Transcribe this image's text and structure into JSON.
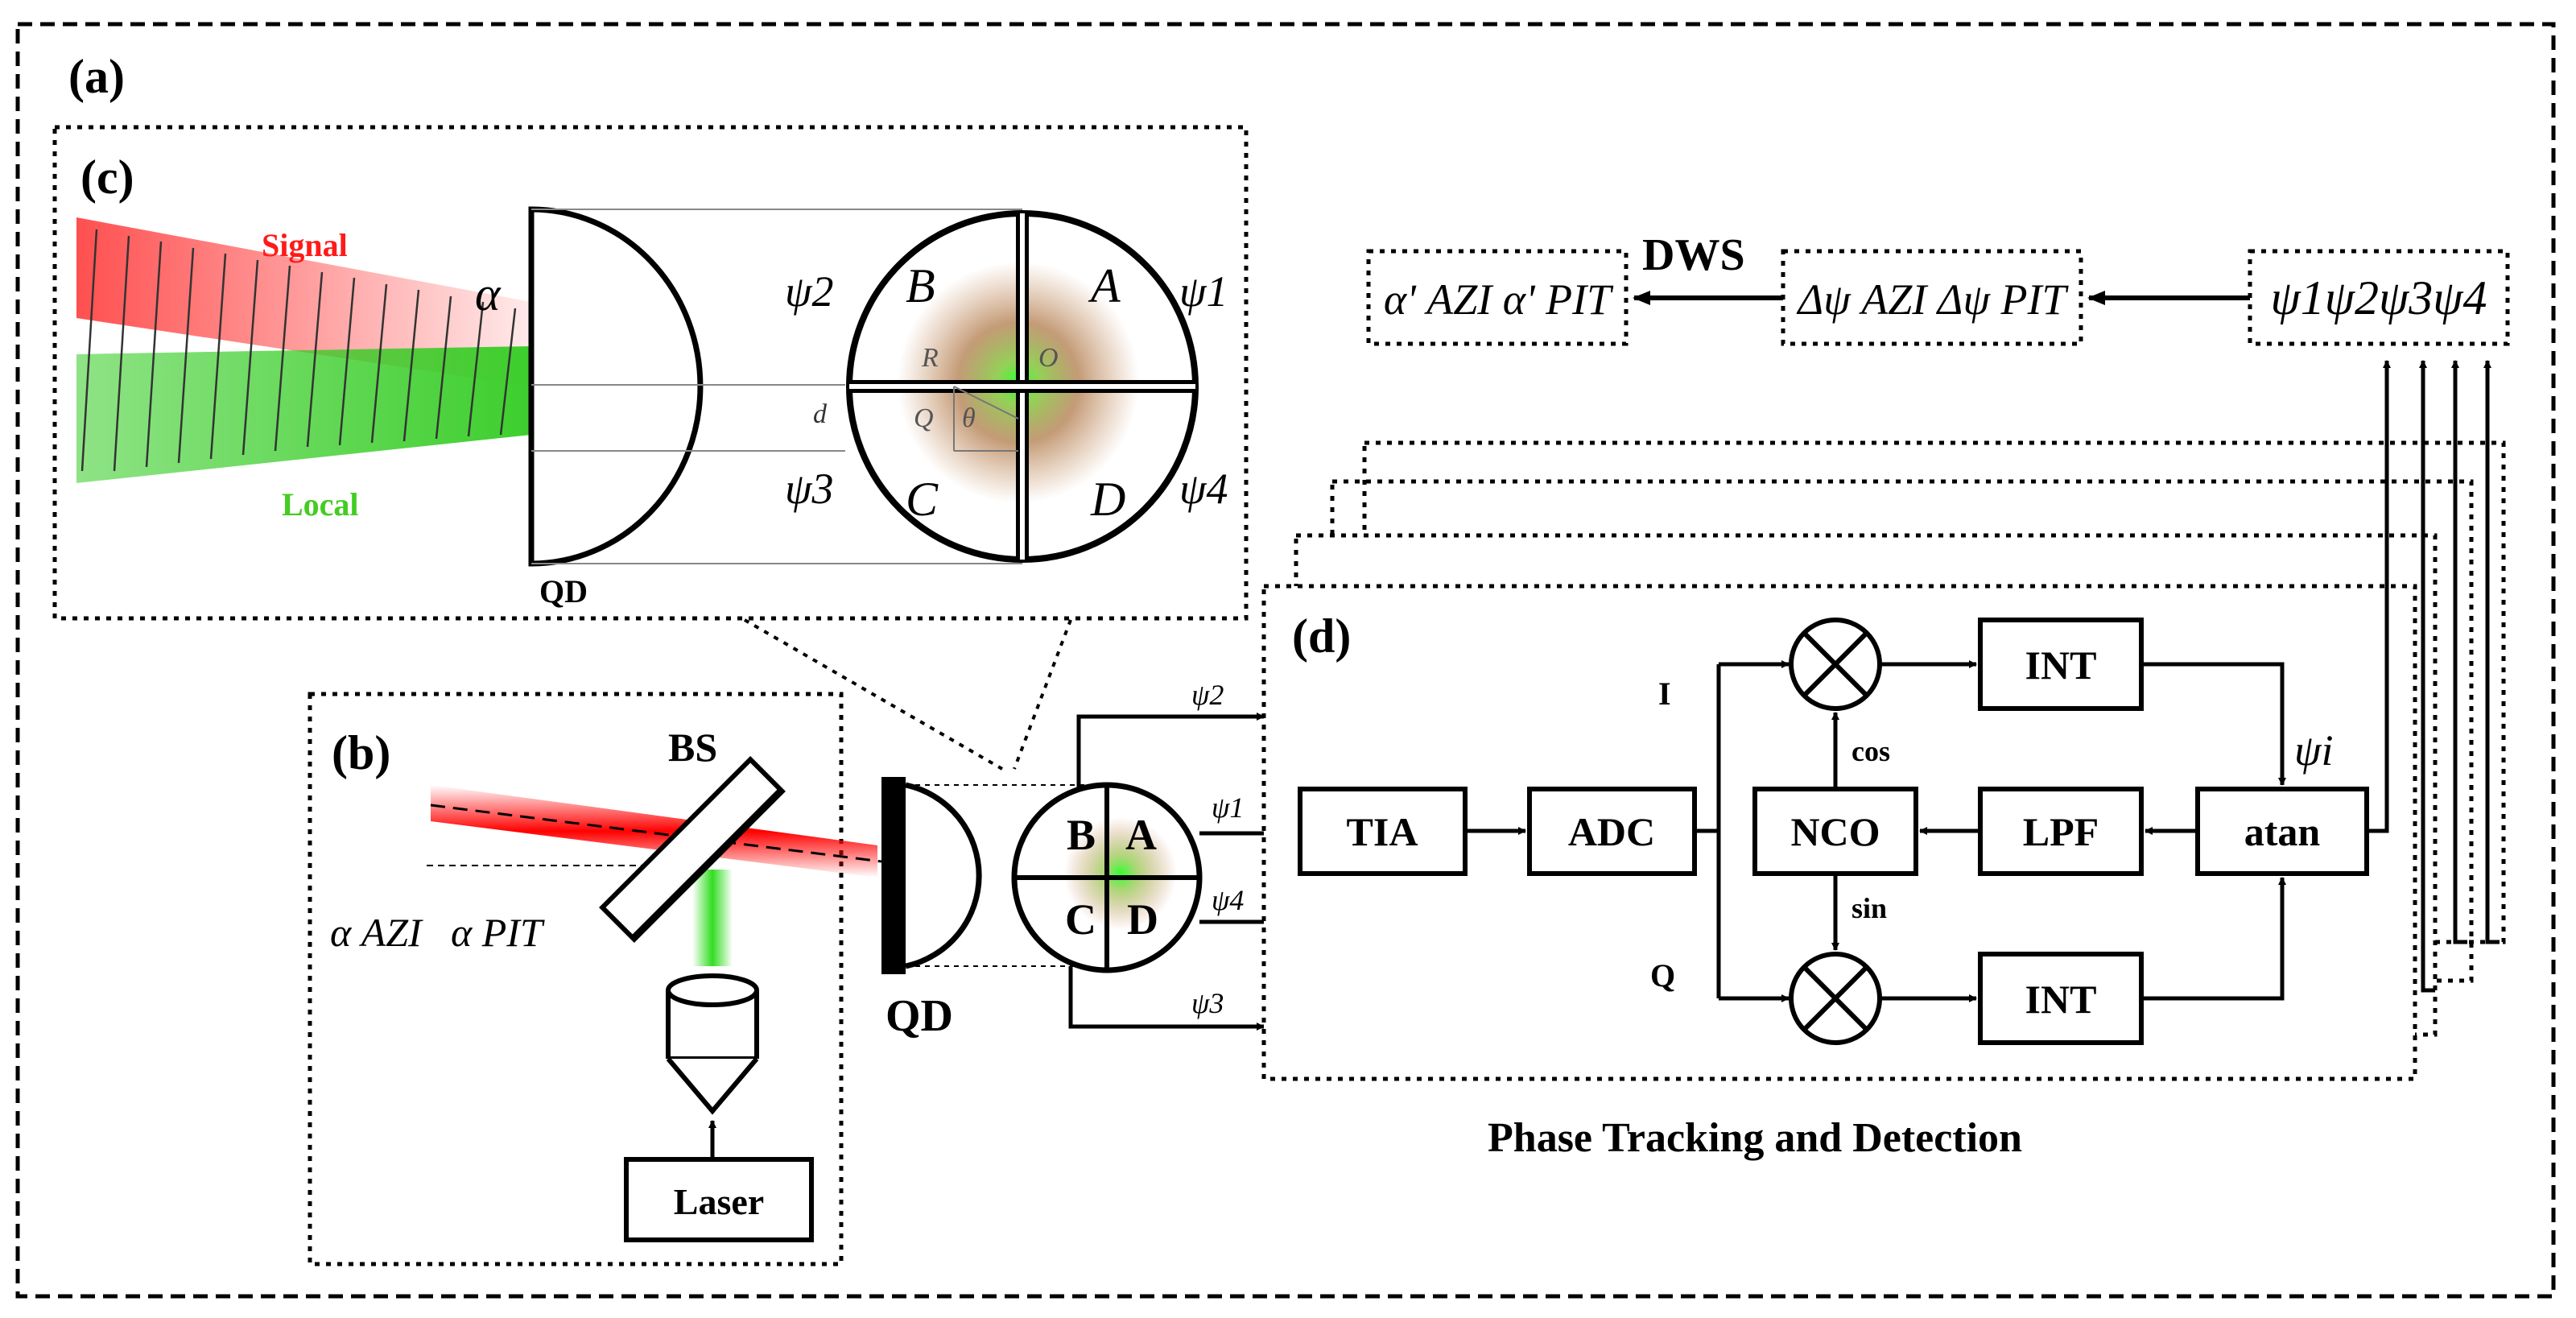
{
  "panels": {
    "a": "(a)",
    "b": "(b)",
    "c": "(c)",
    "d": "(d)"
  },
  "panel_c": {
    "signal": "Signal",
    "local": "Local",
    "alpha": "α",
    "qd": "QD",
    "quadrants": [
      "A",
      "B",
      "C",
      "D"
    ],
    "psi_labels": [
      "ψ1",
      "ψ2",
      "ψ3",
      "ψ4"
    ],
    "inner": {
      "R": "R",
      "O": "O",
      "Q": "Q",
      "theta": "θ",
      "d": "d"
    }
  },
  "panel_b": {
    "bs": "BS",
    "qd": "QD",
    "laser": "Laser",
    "alpha_azi": "α AZI",
    "alpha_pit": "α PIT",
    "quadrants": [
      "A",
      "B",
      "C",
      "D"
    ],
    "psi_outputs": [
      "ψ2",
      "ψ1",
      "ψ4",
      "ψ3"
    ]
  },
  "top_chain": {
    "dws": "DWS",
    "out": "α' AZI α' PIT",
    "delta": "Δψ AZI Δψ PIT",
    "psis": "ψ1ψ2ψ3ψ4"
  },
  "panel_d": {
    "blocks": {
      "tia": "TIA",
      "adc": "ADC",
      "nco": "NCO",
      "lpf": "LPF",
      "atan": "atan",
      "int_top": "INT",
      "int_bottom": "INT"
    },
    "labels": {
      "i": "I",
      "q": "Q",
      "cos": "cos",
      "sin": "sin",
      "psi_i": "ψi"
    },
    "caption": "Phase Tracking and Detection"
  },
  "colors": {
    "signal": "#ff1010",
    "local": "#33cc22",
    "spot": "#b07a4a"
  }
}
